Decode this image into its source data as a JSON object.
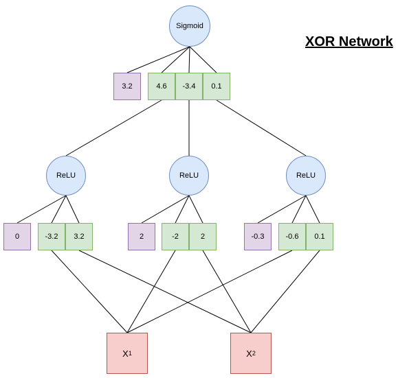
{
  "title": "XOR Network",
  "colors": {
    "node_fill": "#dae8fc",
    "node_stroke": "#6c8ebf",
    "bias_fill": "#e1d5e7",
    "bias_stroke": "#9673a6",
    "weight_fill": "#d5e8d4",
    "weight_stroke": "#82b366",
    "input_fill": "#f8cecc",
    "input_stroke": "#b85450",
    "edge": "#000000"
  },
  "output": {
    "label": "Sigmoid",
    "bias": "3.2",
    "weights": [
      "4.6",
      "-3.4",
      "0.1"
    ]
  },
  "hidden": [
    {
      "label": "ReLU",
      "bias": "0",
      "weights": [
        "-3.2",
        "3.2"
      ]
    },
    {
      "label": "ReLU",
      "bias": "2",
      "weights": [
        "-2",
        "2"
      ]
    },
    {
      "label": "ReLU",
      "bias": "-0.3",
      "weights": [
        "-0.6",
        "0.1"
      ]
    }
  ],
  "inputs": [
    {
      "base": "X",
      "sub": "1"
    },
    {
      "base": "X",
      "sub": "2"
    }
  ]
}
